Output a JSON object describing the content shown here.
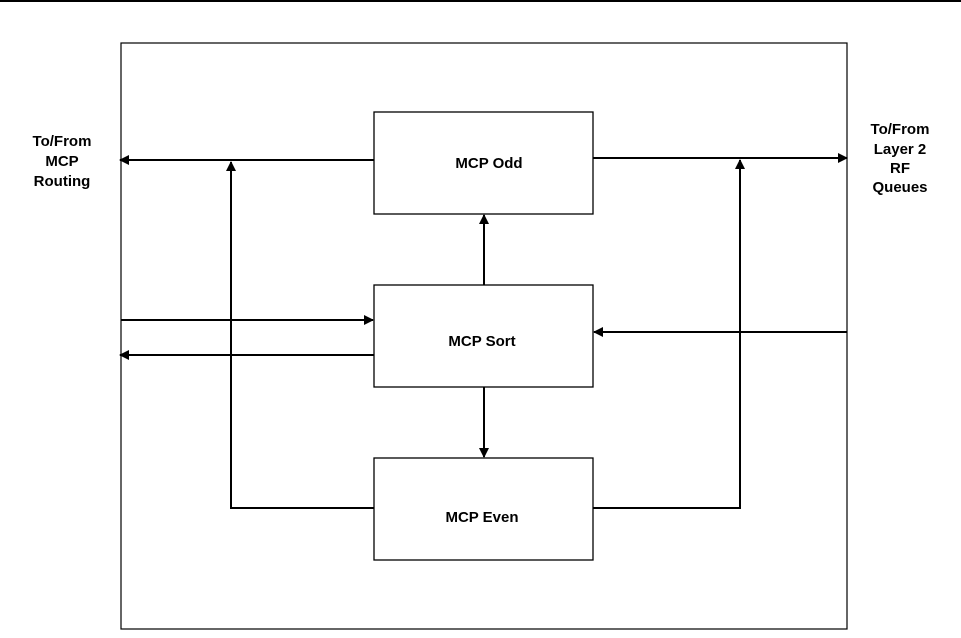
{
  "left_label": [
    "To/From",
    "MCP",
    "Routing"
  ],
  "right_label": [
    "To/From",
    "Layer 2",
    "RF",
    "Queues"
  ],
  "boxes": {
    "odd": "MCP Odd",
    "sort": "MCP Sort",
    "even": "MCP Even"
  }
}
